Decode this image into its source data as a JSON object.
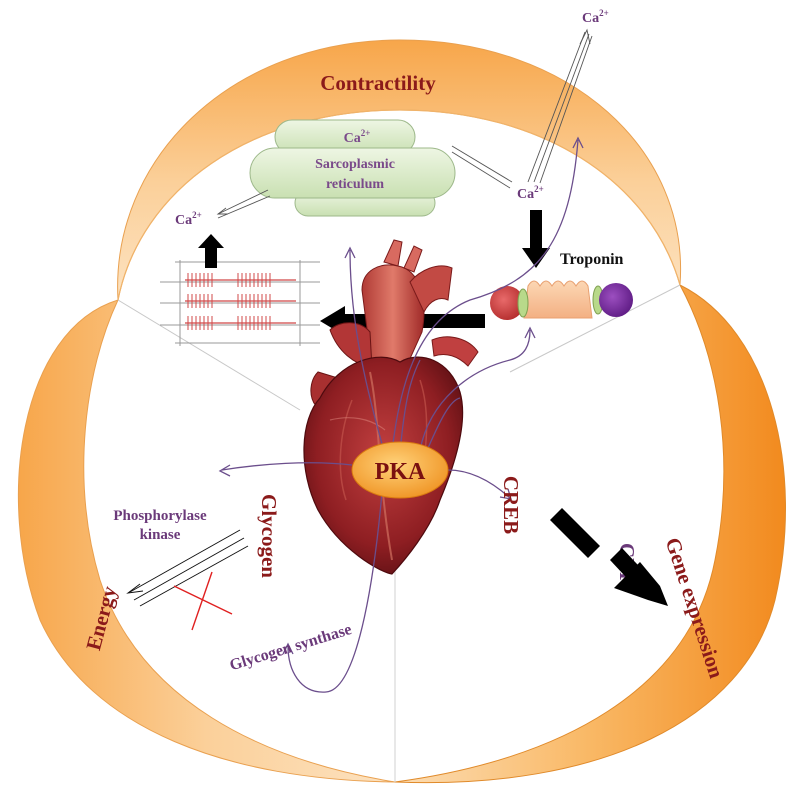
{
  "sections": {
    "contractility": "Contractility",
    "energy": "Energy",
    "gene_expression": "Gene expression"
  },
  "labels": {
    "pka": "PKA",
    "sr_ca": "Ca",
    "sr_line1": "Sarcoplasmic",
    "sr_line2": "reticulum",
    "ca_top": "Ca",
    "ca_mid": "Ca",
    "ca_left": "Ca",
    "charge": "2+",
    "troponin": "Troponin",
    "phosphorylase_line1": "Phosphorylase",
    "phosphorylase_line2": "kinase",
    "glycogen": "Glycogen",
    "glycogen_synthase": "Glycogen synthase",
    "creb": "CREB",
    "cbp": "CBP"
  },
  "colors": {
    "orange_light": "#FCD5A0",
    "orange_dark": "#F28A1E",
    "section_title": "#8B1A1A",
    "purple_text": "#6B3A7A",
    "pka_fill": "#F7A531",
    "sr_fill": "#D8EBC6",
    "sr_stroke": "#9DB88A"
  },
  "icons": {
    "heart": "heart-illustration",
    "sarcomere": "sarcomere-icon",
    "troponin_complex": "troponin-complex-icon",
    "inhibition": "inhibition-cross-icon"
  }
}
